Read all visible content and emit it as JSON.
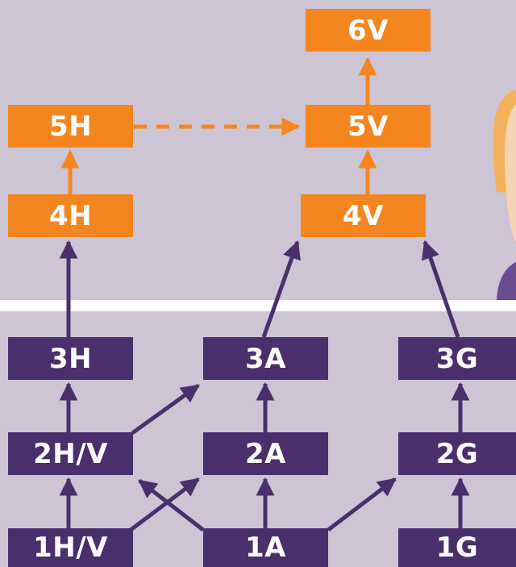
{
  "colors": {
    "background": "#cdc4d4",
    "orange": "#f5861f",
    "purple": "#4a2f6c",
    "divider": "#ffffff",
    "face_skin": "#f6d3b5",
    "face_hair": "#f4b15a",
    "shirt": "#6a4c8f"
  },
  "nodes": {
    "n6V": "6V",
    "n5H": "5H",
    "n5V": "5V",
    "n4H": "4H",
    "n4V": "4V",
    "n3H": "3H",
    "n3A": "3A",
    "n3G": "3G",
    "n2HV": "2H/V",
    "n2A": "2A",
    "n2G": "2G",
    "n1HV": "1H/V",
    "n1A": "1A",
    "n1G": "1G"
  },
  "edges": [
    {
      "from": "1H/V",
      "to": "2H/V",
      "style": "solid"
    },
    {
      "from": "1H/V",
      "to": "2A",
      "style": "solid"
    },
    {
      "from": "1A",
      "to": "2H/V",
      "style": "solid"
    },
    {
      "from": "1A",
      "to": "2A",
      "style": "solid"
    },
    {
      "from": "1A",
      "to": "2G",
      "style": "solid"
    },
    {
      "from": "1G",
      "to": "2G",
      "style": "solid"
    },
    {
      "from": "2H/V",
      "to": "3H",
      "style": "solid"
    },
    {
      "from": "2H/V",
      "to": "3A",
      "style": "solid"
    },
    {
      "from": "2A",
      "to": "3A",
      "style": "solid"
    },
    {
      "from": "2G",
      "to": "3G",
      "style": "solid"
    },
    {
      "from": "3H",
      "to": "4H",
      "style": "solid"
    },
    {
      "from": "3A",
      "to": "4V",
      "style": "solid"
    },
    {
      "from": "3G",
      "to": "4V",
      "style": "solid"
    },
    {
      "from": "4H",
      "to": "5H",
      "style": "solid"
    },
    {
      "from": "4V",
      "to": "5V",
      "style": "solid"
    },
    {
      "from": "5V",
      "to": "6V",
      "style": "solid"
    },
    {
      "from": "5H",
      "to": "5V",
      "style": "dashed"
    }
  ]
}
